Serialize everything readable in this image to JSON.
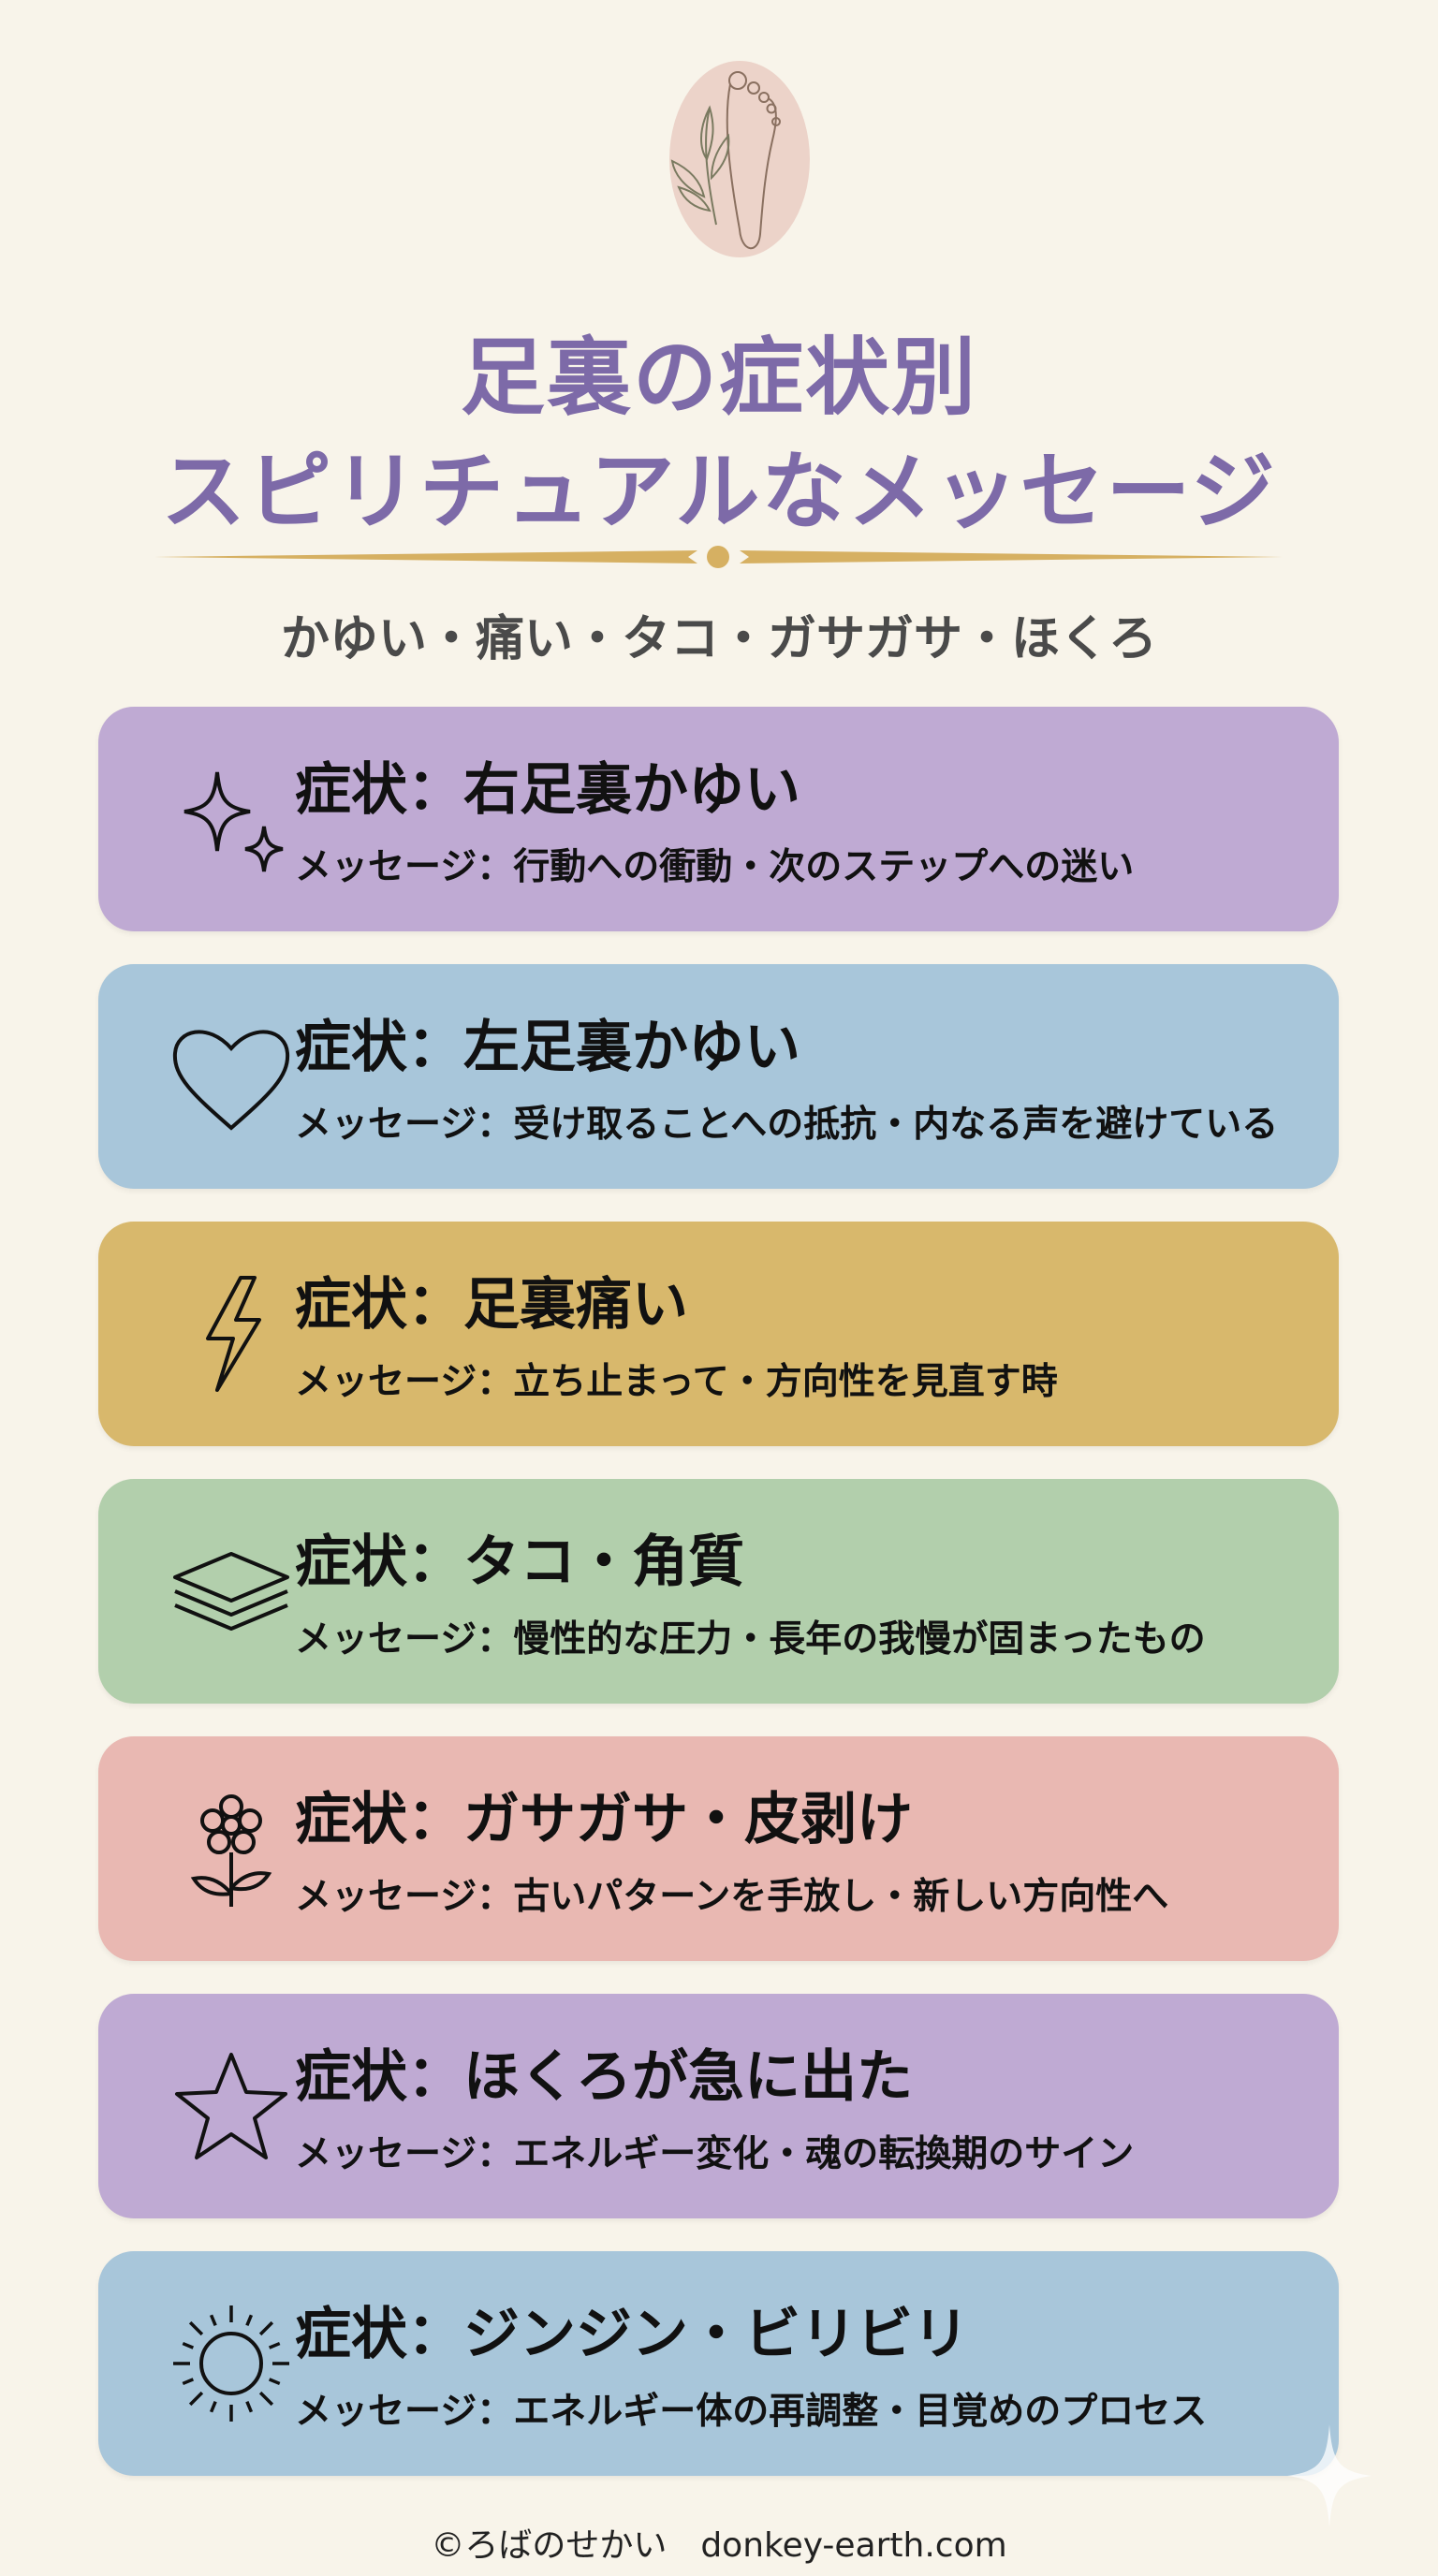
{
  "header": {
    "title_line1": "足裏の症状別",
    "title_line2": "スピリチュアルなメッセージ",
    "subtitle": "かゆい・痛い・タコ・ガサガサ・ほくろ"
  },
  "colors": {
    "background": "#f8f4ea",
    "title": "#7d6aa8",
    "gold": "#d6b062"
  },
  "cards": [
    {
      "icon": "sparkles-icon",
      "color": "#bfaad3",
      "symptom": "症状：右足裏かゆい",
      "message": "メッセージ：行動への衝動・次のステップへの迷い"
    },
    {
      "icon": "heart-icon",
      "color": "#a8c6da",
      "symptom": "症状：左足裏かゆい",
      "message": "メッセージ：受け取ることへの抵抗・内なる声を避けている"
    },
    {
      "icon": "lightning-icon",
      "color": "#d8b86c",
      "symptom": "症状：足裏痛い",
      "message": "メッセージ：立ち止まって・方向性を見直す時"
    },
    {
      "icon": "layers-icon",
      "color": "#b2cfac",
      "symptom": "症状：タコ・角質",
      "message": "メッセージ：慢性的な圧力・長年の我慢が固まったもの"
    },
    {
      "icon": "flower-icon",
      "color": "#e9b8b2",
      "symptom": "症状：ガサガサ・皮剥け",
      "message": "メッセージ：古いパターンを手放し・新しい方向性へ"
    },
    {
      "icon": "star-icon",
      "color": "#bfaad3",
      "symptom": "症状：ほくろが急に出た",
      "message": "メッセージ：エネルギー変化・魂の転換期のサイン"
    },
    {
      "icon": "sun-icon",
      "color": "#a8c6da",
      "symptom": "症状：ジンジン・ビリビリ",
      "message": "メッセージ：エネルギー体の再調整・目覚めのプロセス"
    }
  ],
  "footer": {
    "text": "©ろばのせかい　donkey-earth.com"
  }
}
